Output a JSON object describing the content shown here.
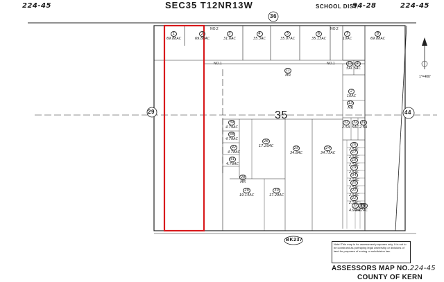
{
  "header": {
    "map_no_left": "224-45",
    "title": "SEC35 T12NR13W",
    "school_dist_label": "SCHOOL DIST.",
    "school_dist_value": "94-28",
    "map_no_right": "224-45"
  },
  "roads": {
    "top": "36",
    "left": "29",
    "right": "44",
    "bottom": "BK237"
  },
  "section_number": "35",
  "north_label": "1\"=400'",
  "street_labels": {
    "no2_left": "NO.2",
    "no2_right": "NO.2",
    "no1_left": "NO.1",
    "no1_right": "NO.1"
  },
  "parcels": [
    {
      "num": "1",
      "area": "69.88AC",
      "highlighted": true
    },
    {
      "num": "2",
      "area": "69.88AC"
    },
    {
      "num": "3",
      "area": "31.6AC"
    },
    {
      "num": "4",
      "area": "35.3AC"
    },
    {
      "num": "5",
      "area": "35.07AC"
    },
    {
      "num": "6",
      "area": "35.13AC"
    },
    {
      "num": "7",
      "area": "10AC"
    },
    {
      "num": "8",
      "area": "69.88AC"
    },
    {
      "num": "10",
      "area": "5AC"
    },
    {
      "num": "9",
      "area": "5AC"
    },
    {
      "num": "11",
      "area": "MR"
    },
    {
      "num": "2",
      "area": "10AC"
    },
    {
      "num": "13",
      "area": "MR"
    },
    {
      "num": "39",
      "area": "4.79AC"
    },
    {
      "num": "38",
      "area": "4.79AC"
    },
    {
      "num": "26",
      "area": "17.29AC"
    },
    {
      "num": "25",
      "area": "34.8AC"
    },
    {
      "num": "24",
      "area": "34.75AC"
    },
    {
      "num": "31",
      "area": "2.5A"
    },
    {
      "num": "32",
      "area": "5AC"
    },
    {
      "num": "19",
      "area": "2.5A"
    },
    {
      "num": "42",
      "area": "4.78AC"
    },
    {
      "num": "41",
      "area": "4.78AC"
    },
    {
      "num": "28",
      "area": "MR"
    },
    {
      "num": "29",
      "area": "19.14AC"
    },
    {
      "num": "30",
      "area": "17.29AC"
    },
    {
      "num": "16",
      "area": "2.5AC"
    },
    {
      "num": "17",
      "area": "2.5AC"
    },
    {
      "num": "18",
      "area": "2.5AC"
    },
    {
      "num": "19",
      "area": "2.5AC"
    },
    {
      "num": "34",
      "area": "2.5AC"
    },
    {
      "num": "20",
      "area": "2.5AC"
    },
    {
      "num": "21",
      "area": "2.5AC"
    },
    {
      "num": "22",
      "area": "2.5AC"
    },
    {
      "num": "37",
      "area": "4.94AC"
    },
    {
      "num": "36",
      "area": "2.47AC"
    },
    {
      "num": "35",
      "area": ""
    }
  ],
  "note": "Note! This map is for assessment purposes only. It is not to be construed as portraying legal ownership or divisions of land for purposes of zoning or subdivision law.",
  "footer": {
    "line1_prefix": "ASSESSORS MAP NO.",
    "line1_value": "224-45",
    "line2": "COUNTY OF KERN"
  },
  "colors": {
    "highlight": "#d8191c",
    "ink": "#1a1a1a"
  }
}
